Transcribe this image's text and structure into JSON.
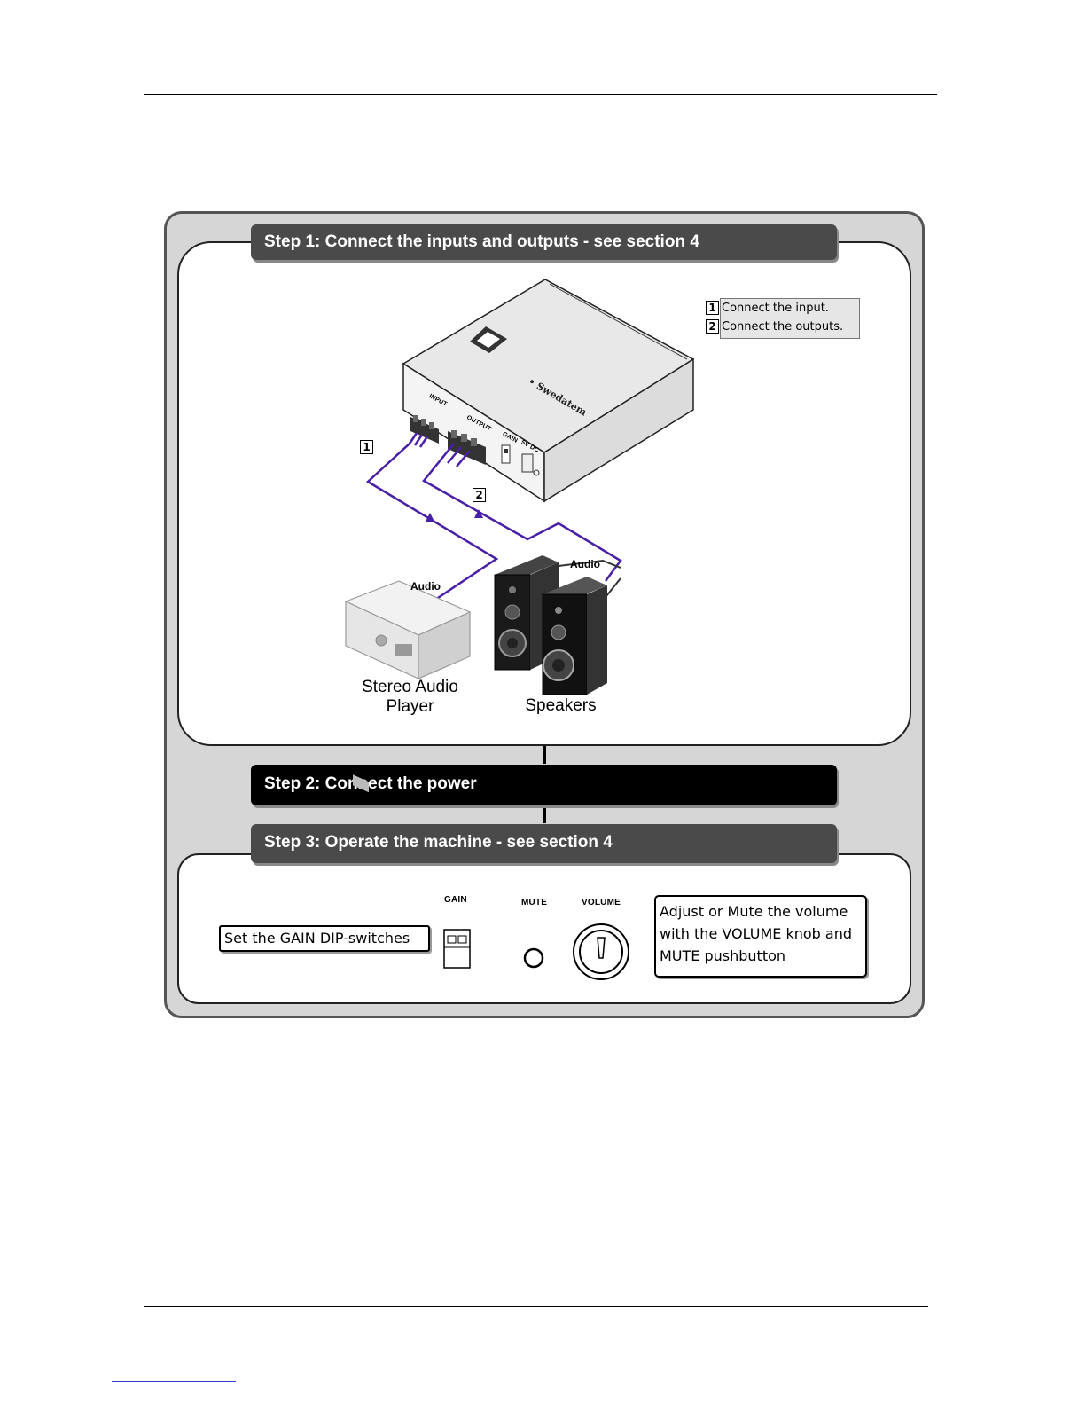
{
  "steps": {
    "step1": "Step 1: Connect the inputs and outputs - see section 4",
    "step2": "Step 2: Connect the power",
    "step3": "Step 3: Operate the machine - see section 4"
  },
  "legend": {
    "n1": "1",
    "n2": "2",
    "item1": "Connect the input.",
    "item2": "Connect the outputs."
  },
  "markers": {
    "m1": "1",
    "m2": "2"
  },
  "device_labels": {
    "input": "INPUT",
    "output": "OUTPUT",
    "gain": "GAIN",
    "power": "5V DC"
  },
  "audio_labels": {
    "left": "Audio",
    "right": "Audio"
  },
  "equipment": {
    "player": "Stereo Audio Player",
    "speakers": "Speakers"
  },
  "controls": {
    "gain": "GAIN",
    "mute": "MUTE",
    "volume": "VOLUME",
    "gain_callout": "Set the GAIN DIP-switches",
    "volume_callout": "Adjust or Mute the volume with the  VOLUME knob and MUTE pushbutton"
  },
  "colors": {
    "cable": "#4a1fa8",
    "bar": "#4a4a4a",
    "frame": "#d6d6d6"
  }
}
